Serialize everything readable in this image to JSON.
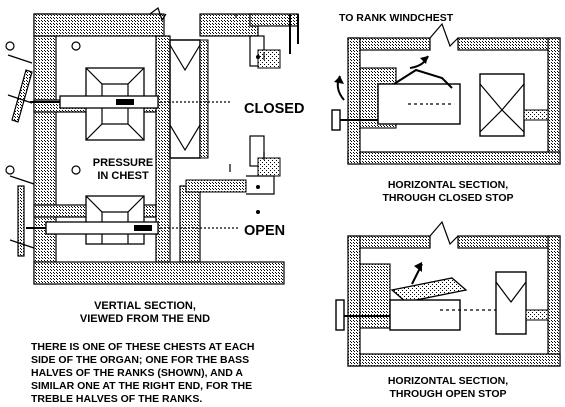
{
  "labels": {
    "to_rank_windchest": "TO RANK WINDCHEST",
    "closed": "CLOSED",
    "open": "OPEN",
    "pressure_line1": "PRESSURE",
    "pressure_line2": "IN CHEST",
    "vertical_section_line1": "VERTIAL SECTION,",
    "vertical_section_line2": "VIEWED FROM THE END",
    "horizontal_closed_line1": "HORIZONTAL SECTION,",
    "horizontal_closed_line2": "THROUGH CLOSED STOP",
    "horizontal_open_line1": "HORIZONTAL SECTION,",
    "horizontal_open_line2": "THROUGH OPEN STOP"
  },
  "note": [
    "THERE IS ONE OF THESE CHESTS AT EACH",
    "SIDE OF THE ORGAN; ONE FOR THE BASS",
    "HALVES OF THE RANKS (SHOWN), AND A",
    "SIMILAR ONE AT THE RIGHT END, FOR THE",
    "TREBLE HALVES OF THE RANKS."
  ],
  "colors": {
    "ink": "#000000",
    "hatch": "#000000",
    "paper": "#ffffff"
  }
}
